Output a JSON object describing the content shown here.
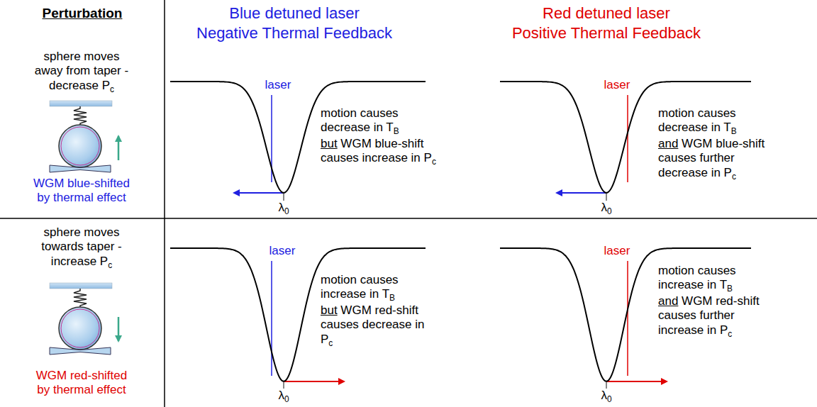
{
  "diagram": {
    "labels": [
      "Perturbation",
      "Blue detuned laser",
      "Negative Thermal Feedback",
      "Red detuned laser",
      "Positive Thermal Feedback",
      "sphere moves away from taper - decrease Pc",
      "WGM blue-shifted by thermal effect",
      "laser",
      "motion causes decrease in TB",
      "but WGM blue-shift causes increase in Pc",
      "λ0",
      "laser",
      "motion causes decrease in TB",
      "and WGM blue-shift causes further decrease in Pc",
      "λ0",
      "sphere moves towards taper - increase Pc",
      "WGM red-shifted by thermal effect",
      "laser",
      "motion causes increase in TB",
      "but WGM red-shift causes decrease in Pc",
      "λ0",
      "laser",
      "motion causes increase in TB",
      "and WGM red-shift causes further increase in Pc",
      "λ0"
    ]
  }
}
